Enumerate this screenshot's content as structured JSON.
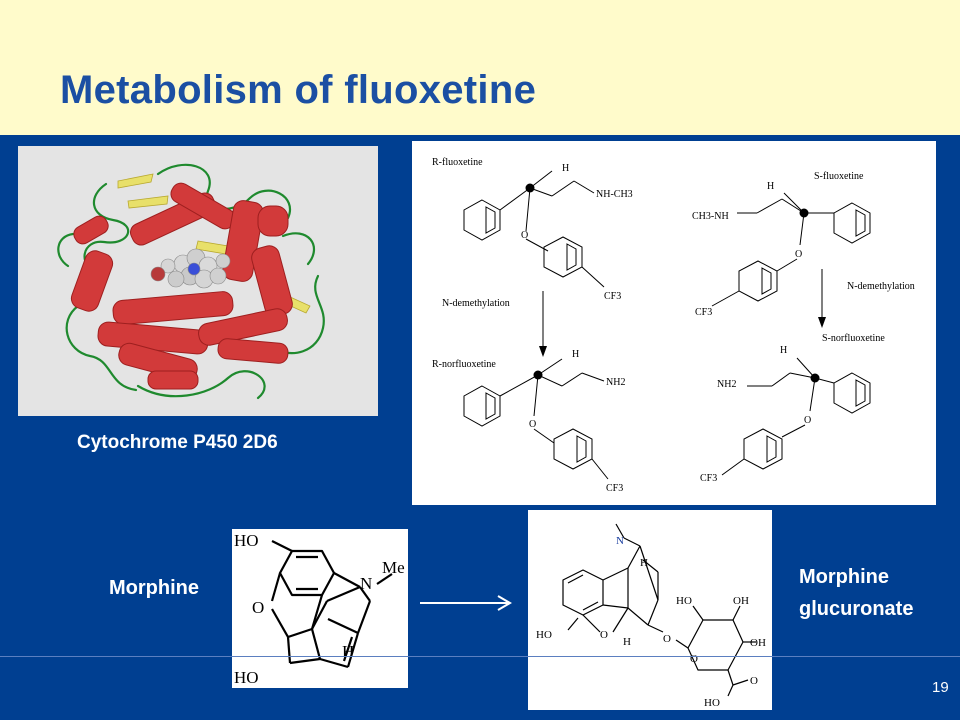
{
  "slide": {
    "title": "Metabolism of fluoxetine",
    "slide_number": "19"
  },
  "protein": {
    "caption": "Cytochrome P450 2D6"
  },
  "fluoxetine_diagram": {
    "r_fluoxetine": "R-fluoxetine",
    "s_fluoxetine": "S-fluoxetine",
    "r_norfluoxetine": "R-norfluoxetine",
    "s_norfluoxetine": "S-norfluoxetine",
    "reaction_left": "N-demethylation",
    "reaction_right": "N-demethylation",
    "h": "H",
    "o": "O",
    "nh_ch3": "NH-CH3",
    "ch3_nh": "CH3-NH",
    "nh2": "NH2",
    "cf3": "CF3"
  },
  "morphine": {
    "label": "Morphine",
    "ho": "HO",
    "o": "O",
    "n": "N",
    "me": "Me",
    "h": "H"
  },
  "glucuronate": {
    "label_line1": "Morphine",
    "label_line2": "glucuronate",
    "n": "N",
    "h": "H",
    "o": "O",
    "ho": "HO",
    "oh": "OH"
  }
}
